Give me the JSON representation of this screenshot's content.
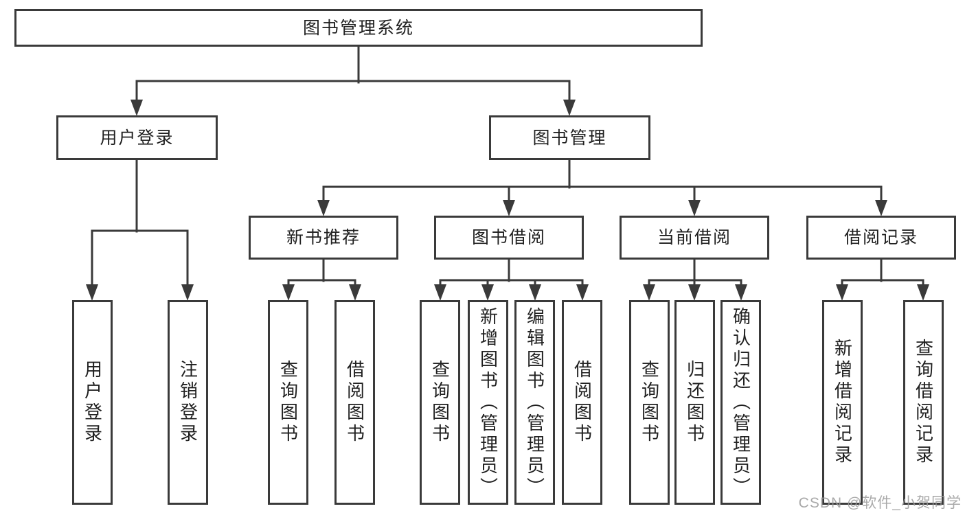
{
  "colors": {
    "line": "#3a3a3a",
    "text": "#202020",
    "box_bg": "#ffffff",
    "watermark": "#9b9b9b",
    "background": "#ffffff"
  },
  "watermark": {
    "text": "CSDN @软件_小贺同学"
  },
  "tree": {
    "root": {
      "label": "图书管理系统",
      "children": [
        {
          "label": "用户登录",
          "children": [
            {
              "label": "用户登录"
            },
            {
              "label": "注销登录"
            }
          ]
        },
        {
          "label": "图书管理",
          "children": [
            {
              "label": "新书推荐",
              "children": [
                {
                  "label": "查询图书"
                },
                {
                  "label": "借阅图书"
                }
              ]
            },
            {
              "label": "图书借阅",
              "children": [
                {
                  "label": "查询图书"
                },
                {
                  "label": "新增图书（管理员）"
                },
                {
                  "label": "编辑图书（管理员）"
                },
                {
                  "label": "借阅图书"
                }
              ]
            },
            {
              "label": "当前借阅",
              "children": [
                {
                  "label": "查询图书"
                },
                {
                  "label": "归还图书"
                },
                {
                  "label": "确认归还（管理员）"
                }
              ]
            },
            {
              "label": "借阅记录",
              "children": [
                {
                  "label": "新增借阅记录"
                },
                {
                  "label": "查询借阅记录"
                }
              ]
            }
          ]
        }
      ]
    }
  }
}
